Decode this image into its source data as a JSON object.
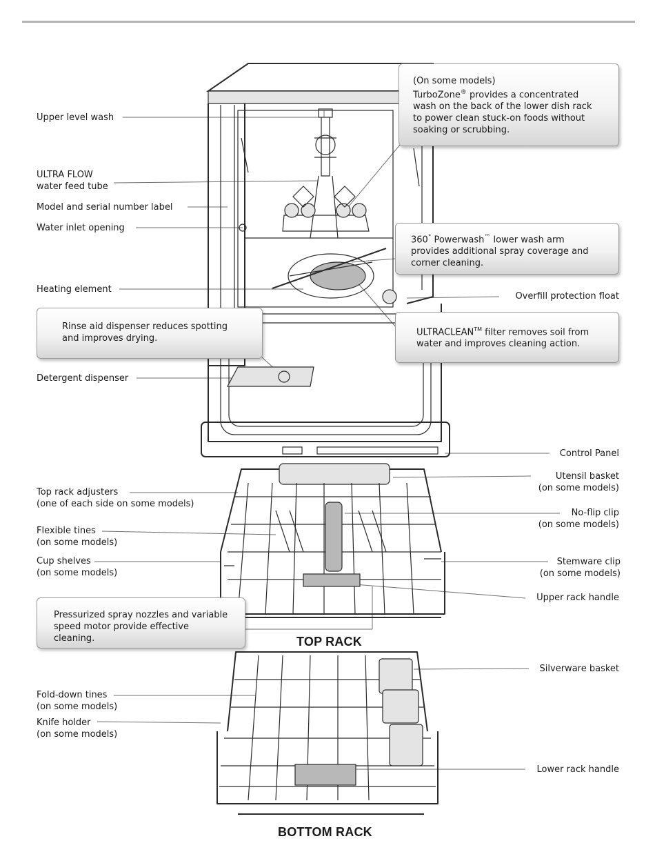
{
  "labels": {
    "upper_level_wash": "Upper level wash",
    "ultra_flow_line1": "ULTRA FLOW",
    "ultra_flow_line2": "water feed tube",
    "model_serial_label": "Model and serial number label",
    "water_inlet": "Water inlet opening",
    "heating_element": "Heating element",
    "detergent_dispenser": "Detergent dispenser",
    "overfill_float": "Overfill protection float",
    "control_panel": "Control Panel",
    "utensil_basket_line1": "Utensil basket",
    "utensil_basket_line2": "(on some models)",
    "top_rack_adjusters_line1": "Top rack adjusters",
    "top_rack_adjusters_line2": "(one of each side on some models)",
    "no_flip_clip_line1": "No-flip clip",
    "no_flip_clip_line2": "(on some models)",
    "flexible_tines_line1": "Flexible tines",
    "flexible_tines_line2": "(on some models)",
    "cup_shelves_line1": "Cup shelves",
    "cup_shelves_line2": "(on some models)",
    "stemware_clip_line1": "Stemware clip",
    "stemware_clip_line2": "(on some models)",
    "upper_rack_handle": "Upper rack handle",
    "silverware_basket": "Silverware basket",
    "fold_down_tines_line1": "Fold-down tines",
    "fold_down_tines_line2": "(on some models)",
    "knife_holder_line1": "Knife holder",
    "knife_holder_line2": "(on some models)",
    "lower_rack_handle": "Lower rack handle"
  },
  "callouts": {
    "turbozone": {
      "line1": "(On some models)",
      "line2_prefix": "TurboZone",
      "line2_sup": "®",
      "line2_suffix": " provides a concentrated",
      "line3": "wash on the back of the lower dish rack",
      "line4": "to power clean stuck-on foods without",
      "line5": "soaking or scrubbing."
    },
    "powerwash": {
      "line1_prefix": "360",
      "line1_sup1": "°",
      "line1_mid": " Powerwash",
      "line1_sup2": "™",
      "line1_suffix": " lower wash arm",
      "line2": "provides additional spray coverage and",
      "line3": "corner cleaning."
    },
    "ultraclean": {
      "line1_prefix": "ULTRACLEAN",
      "line1_sup": "TM",
      "line1_suffix": " filter removes soil from",
      "line2": "water and improves cleaning action."
    },
    "rinse_aid": {
      "line1": "Rinse aid dispenser reduces spotting",
      "line2": "and improves drying."
    },
    "spray_nozzles": {
      "line1": "Pressurized spray nozzles and variable",
      "line2": "speed motor provide effective cleaning."
    }
  },
  "titles": {
    "top_rack": "TOP RACK",
    "bottom_rack": "BOTTOM RACK"
  }
}
